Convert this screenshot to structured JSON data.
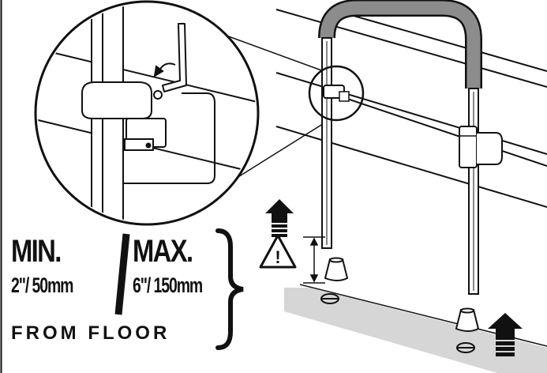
{
  "labels": {
    "min_title": "MIN.",
    "max_title": "MAX.",
    "min_value": "2\"/ 50mm",
    "max_value": "6\"/ 150mm",
    "from_floor": "FROM FLOOR",
    "warning_mark": "!"
  },
  "icons": [
    "hex-key-icon",
    "rotate-arrow-icon",
    "warning-triangle-icon",
    "up-arrow-icon"
  ],
  "colors": {
    "ink": "#111111",
    "handle_grip": "#8c8c8c",
    "floor_shadow": "#d6d6d6"
  }
}
